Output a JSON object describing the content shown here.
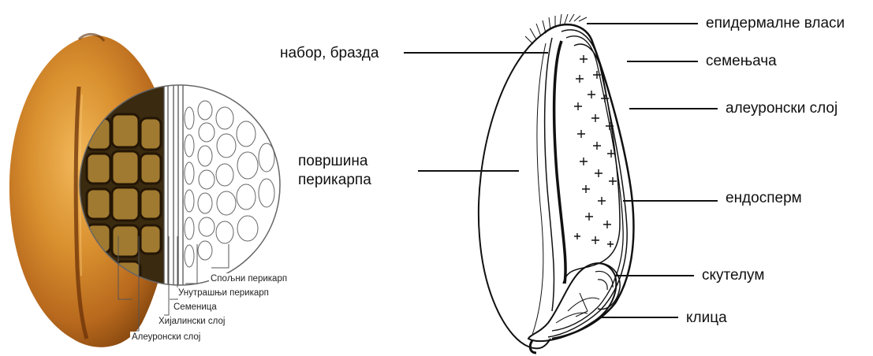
{
  "left_diagram": {
    "labels": [
      "Спољни перикарп",
      "Унутрашњи перикарп",
      "Семеница",
      "Хијалински слој",
      "Алеуронски слој"
    ]
  },
  "right_diagram": {
    "labels": {
      "epidermal_hairs": "епидермалне власи",
      "crease": "набор, бразда",
      "seed_coat": "семењача",
      "aleurone": "алеуронски слој",
      "pericarp_surface_line1": "површина",
      "pericarp_surface_line2": "перикарпа",
      "endosperm": "ендосперм",
      "scutellum": "скутелум",
      "germ": "клица"
    }
  }
}
